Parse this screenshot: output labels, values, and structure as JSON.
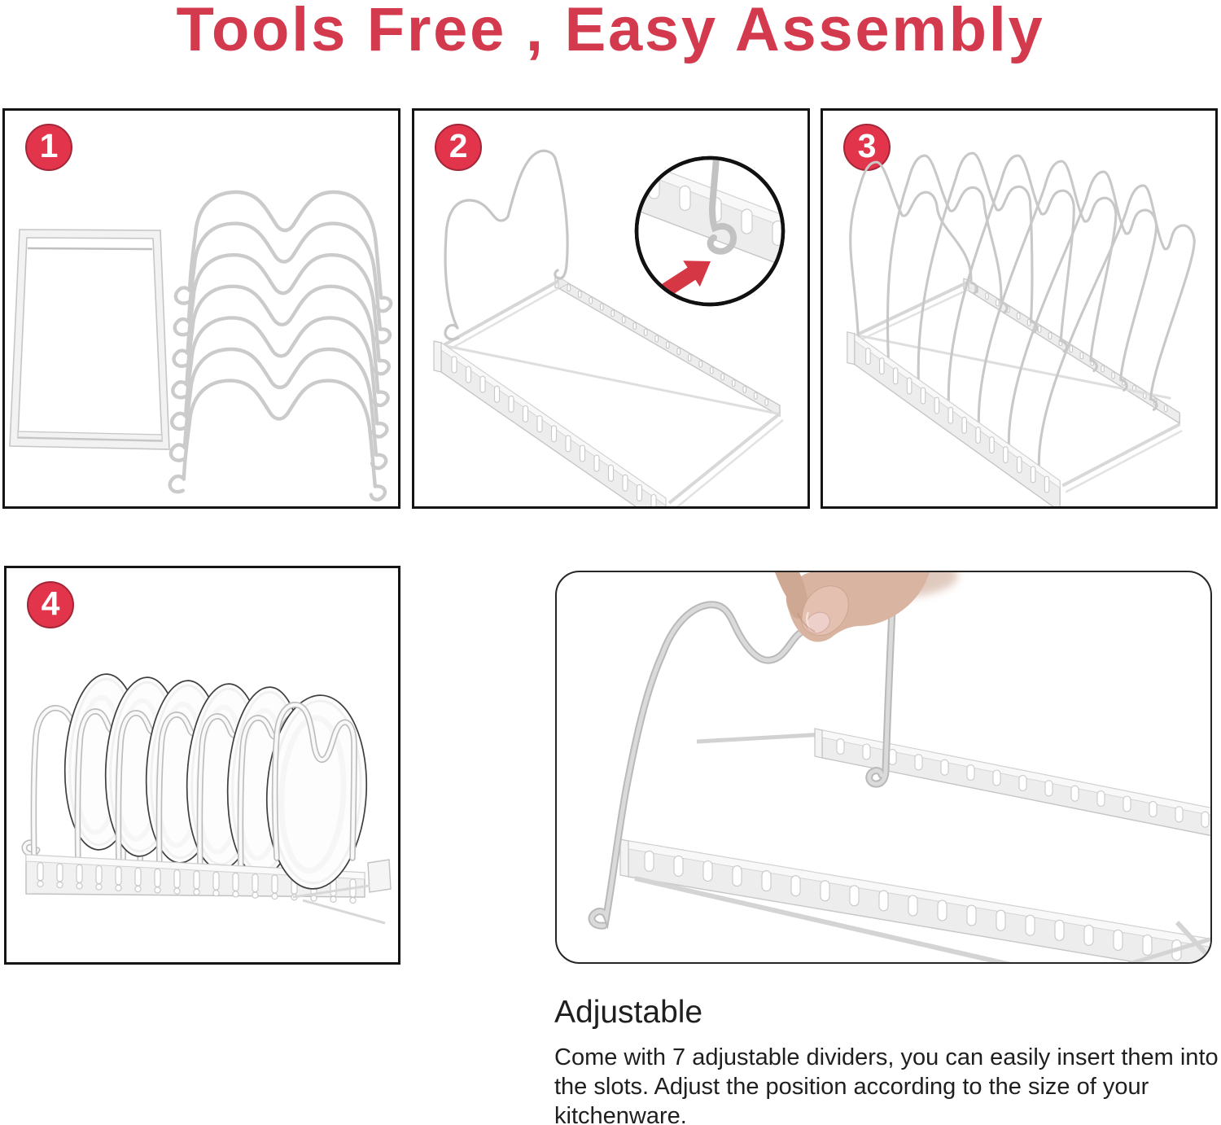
{
  "title": "Tools Free , Easy Assembly",
  "accent_color": "#d43a4e",
  "steps": [
    {
      "number": "1"
    },
    {
      "number": "2"
    },
    {
      "number": "3"
    },
    {
      "number": "4"
    }
  ],
  "adjustable": {
    "heading": "Adjustable",
    "lines": [
      "Come with 7 adjustable dividers, you can easily insert them into",
      "the slots. Adjust the position according to the size of your",
      "kitchenware."
    ]
  }
}
